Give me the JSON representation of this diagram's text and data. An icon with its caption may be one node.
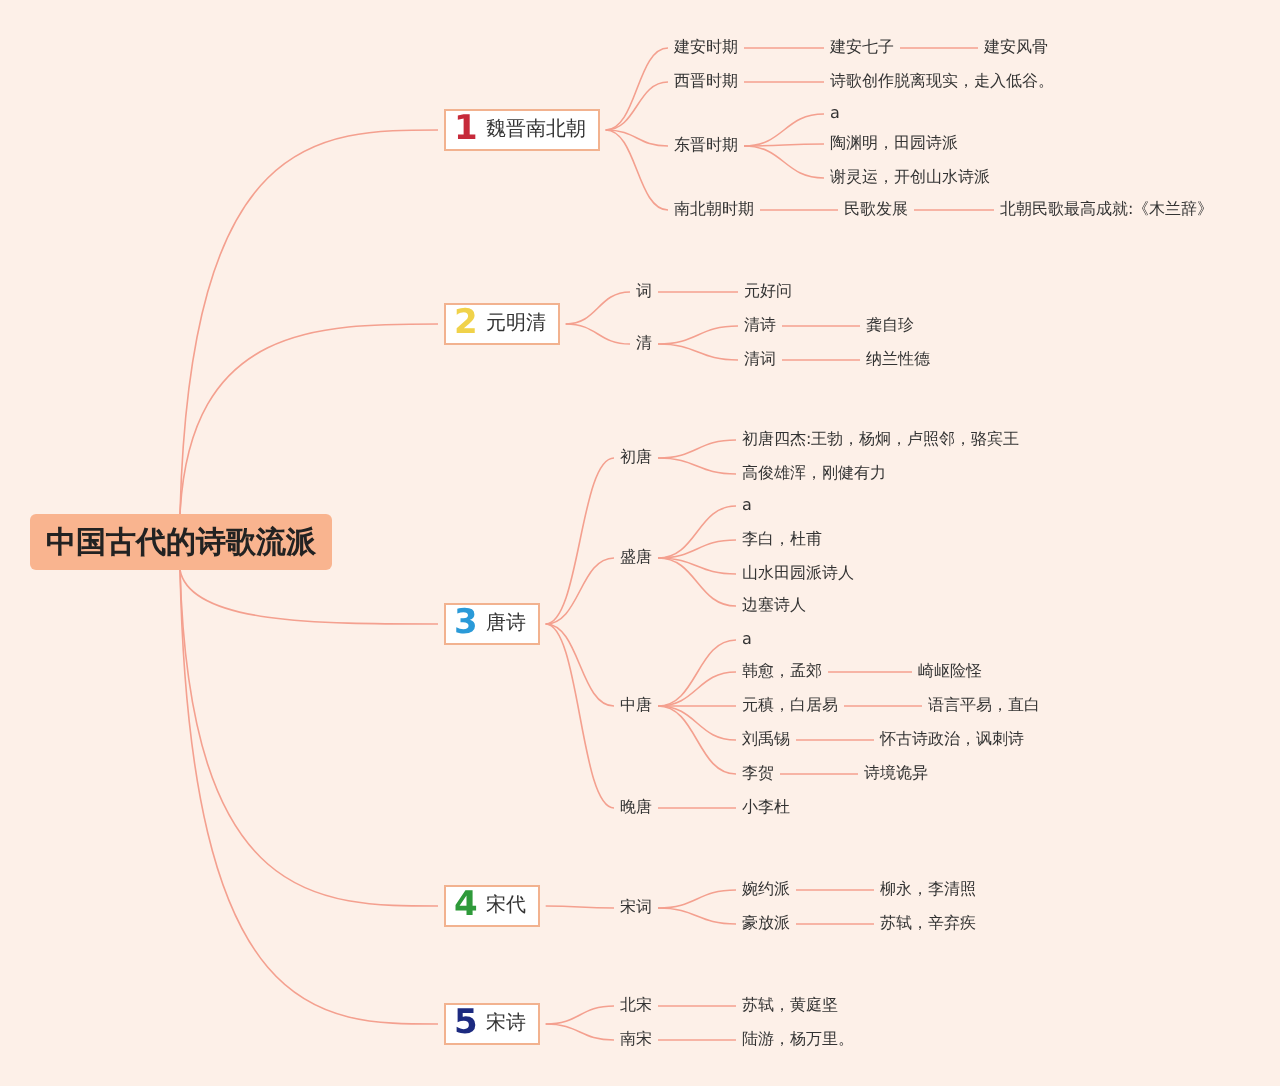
{
  "diagram": {
    "nodes": [
      {
        "text": [
          "中国古代的诗歌流派"
        ]
      },
      {
        "text": [
          "1",
          "魏晋南北朝"
        ]
      },
      {
        "text": [
          "建安时期"
        ]
      },
      {
        "text": [
          "建安七子"
        ]
      },
      {
        "text": [
          "建安风骨"
        ]
      },
      {
        "text": [
          "西晋时期"
        ]
      },
      {
        "text": [
          "诗歌创作脱离现实，走入低谷。"
        ]
      },
      {
        "text": [
          "东晋时期"
        ]
      },
      {
        "text": [
          "a"
        ]
      },
      {
        "text": [
          "陶渊明，田园诗派"
        ]
      },
      {
        "text": [
          "谢灵运，开创山水诗派"
        ]
      },
      {
        "text": [
          "南北朝时期"
        ]
      },
      {
        "text": [
          "民歌发展"
        ]
      },
      {
        "text": [
          "北朝民歌最高成就:《木兰辞》"
        ]
      },
      {
        "text": [
          "2",
          "元明清"
        ]
      },
      {
        "text": [
          "词"
        ]
      },
      {
        "text": [
          "元好问"
        ]
      },
      {
        "text": [
          "清"
        ]
      },
      {
        "text": [
          "清诗"
        ]
      },
      {
        "text": [
          "龚自珍"
        ]
      },
      {
        "text": [
          "清词"
        ]
      },
      {
        "text": [
          "纳兰性德"
        ]
      },
      {
        "text": [
          "3",
          "唐诗"
        ]
      },
      {
        "text": [
          "初唐"
        ]
      },
      {
        "text": [
          "初唐四杰:王勃，杨炯，卢照邻，骆宾王"
        ]
      },
      {
        "text": [
          "高俊雄浑，刚健有力"
        ]
      },
      {
        "text": [
          "盛唐"
        ]
      },
      {
        "text": [
          "a"
        ]
      },
      {
        "text": [
          "李白，杜甫"
        ]
      },
      {
        "text": [
          "山水田园派诗人"
        ]
      },
      {
        "text": [
          "边塞诗人"
        ]
      },
      {
        "text": [
          "中唐"
        ]
      },
      {
        "text": [
          "a"
        ]
      },
      {
        "text": [
          "韩愈，孟郊"
        ]
      },
      {
        "text": [
          "崎岖险怪"
        ]
      },
      {
        "text": [
          "元稹，白居易"
        ]
      },
      {
        "text": [
          "语言平易，直白"
        ]
      },
      {
        "text": [
          "刘禹锡"
        ]
      },
      {
        "text": [
          "怀古诗政治，讽刺诗"
        ]
      },
      {
        "text": [
          "李贺"
        ]
      },
      {
        "text": [
          "诗境诡异"
        ]
      },
      {
        "text": [
          "晚唐"
        ]
      },
      {
        "text": [
          "小李杜"
        ]
      },
      {
        "text": [
          "4",
          "宋代"
        ]
      },
      {
        "text": [
          "宋词"
        ]
      },
      {
        "text": [
          "婉约派"
        ]
      },
      {
        "text": [
          "柳永，李清照"
        ]
      },
      {
        "text": [
          "豪放派"
        ]
      },
      {
        "text": [
          "苏轼，辛弃疾"
        ]
      },
      {
        "text": [
          "5",
          "宋诗"
        ]
      },
      {
        "text": [
          "北宋"
        ]
      },
      {
        "text": [
          "苏轼，黄庭坚"
        ]
      },
      {
        "text": [
          "南宋"
        ]
      },
      {
        "text": [
          "陆游，杨万里。"
        ]
      }
    ],
    "edges": [
      {
        "from": 0,
        "to": 1,
        "arrow": "none"
      },
      {
        "from": 1,
        "to": 2,
        "arrow": "none"
      },
      {
        "from": 2,
        "to": 3,
        "arrow": "none"
      },
      {
        "from": 3,
        "to": 4,
        "arrow": "none"
      },
      {
        "from": 1,
        "to": 5,
        "arrow": "none"
      },
      {
        "from": 5,
        "to": 6,
        "arrow": "none"
      },
      {
        "from": 1,
        "to": 7,
        "arrow": "none"
      },
      {
        "from": 7,
        "to": 8,
        "arrow": "none"
      },
      {
        "from": 7,
        "to": 9,
        "arrow": "none"
      },
      {
        "from": 7,
        "to": 10,
        "arrow": "none"
      },
      {
        "from": 1,
        "to": 11,
        "arrow": "none"
      },
      {
        "from": 11,
        "to": 12,
        "arrow": "none"
      },
      {
        "from": 12,
        "to": 13,
        "arrow": "none"
      },
      {
        "from": 0,
        "to": 14,
        "arrow": "none"
      },
      {
        "from": 14,
        "to": 15,
        "arrow": "none"
      },
      {
        "from": 15,
        "to": 16,
        "arrow": "none"
      },
      {
        "from": 14,
        "to": 17,
        "arrow": "none"
      },
      {
        "from": 17,
        "to": 18,
        "arrow": "none"
      },
      {
        "from": 18,
        "to": 19,
        "arrow": "none"
      },
      {
        "from": 17,
        "to": 20,
        "arrow": "none"
      },
      {
        "from": 20,
        "to": 21,
        "arrow": "none"
      },
      {
        "from": 0,
        "to": 22,
        "arrow": "none"
      },
      {
        "from": 22,
        "to": 23,
        "arrow": "none"
      },
      {
        "from": 23,
        "to": 24,
        "arrow": "none"
      },
      {
        "from": 23,
        "to": 25,
        "arrow": "none"
      },
      {
        "from": 22,
        "to": 26,
        "arrow": "none"
      },
      {
        "from": 26,
        "to": 27,
        "arrow": "none"
      },
      {
        "from": 26,
        "to": 28,
        "arrow": "none"
      },
      {
        "from": 26,
        "to": 29,
        "arrow": "none"
      },
      {
        "from": 26,
        "to": 30,
        "arrow": "none"
      },
      {
        "from": 22,
        "to": 31,
        "arrow": "none"
      },
      {
        "from": 31,
        "to": 32,
        "arrow": "none"
      },
      {
        "from": 31,
        "to": 33,
        "arrow": "none"
      },
      {
        "from": 33,
        "to": 34,
        "arrow": "none"
      },
      {
        "from": 31,
        "to": 35,
        "arrow": "none"
      },
      {
        "from": 35,
        "to": 36,
        "arrow": "none"
      },
      {
        "from": 31,
        "to": 37,
        "arrow": "none"
      },
      {
        "from": 37,
        "to": 38,
        "arrow": "none"
      },
      {
        "from": 31,
        "to": 39,
        "arrow": "none"
      },
      {
        "from": 39,
        "to": 40,
        "arrow": "none"
      },
      {
        "from": 22,
        "to": 41,
        "arrow": "none"
      },
      {
        "from": 41,
        "to": 42,
        "arrow": "none"
      },
      {
        "from": 0,
        "to": 43,
        "arrow": "none"
      },
      {
        "from": 43,
        "to": 44,
        "arrow": "none"
      },
      {
        "from": 44,
        "to": 45,
        "arrow": "none"
      },
      {
        "from": 45,
        "to": 46,
        "arrow": "none"
      },
      {
        "from": 44,
        "to": 47,
        "arrow": "none"
      },
      {
        "from": 47,
        "to": 48,
        "arrow": "none"
      },
      {
        "from": 0,
        "to": 49,
        "arrow": "none"
      },
      {
        "from": 49,
        "to": 50,
        "arrow": "none"
      },
      {
        "from": 50,
        "to": 51,
        "arrow": "none"
      },
      {
        "from": 49,
        "to": 52,
        "arrow": "none"
      },
      {
        "from": 52,
        "to": 53,
        "arrow": "none"
      }
    ]
  }
}
